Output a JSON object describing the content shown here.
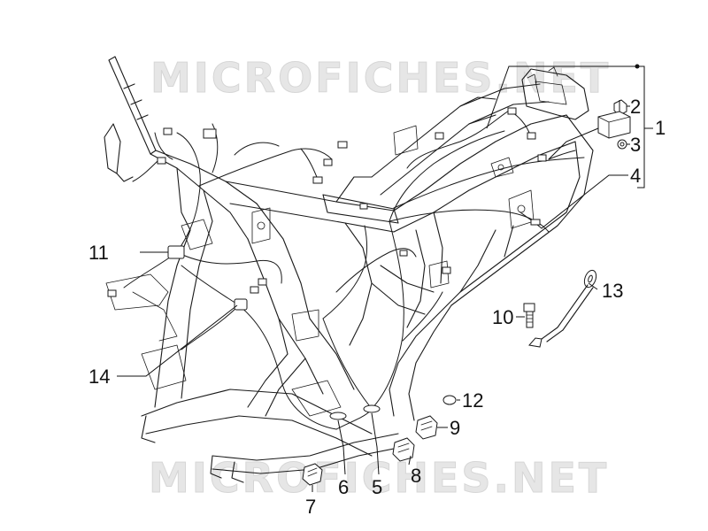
{
  "watermark": {
    "text_top": "MICROFICHES.NET",
    "text_bottom": "MICROFICHES.NET"
  },
  "callouts": [
    "1",
    "2",
    "3",
    "4",
    "5",
    "6",
    "7",
    "8",
    "9",
    "10",
    "11",
    "12",
    "13",
    "14"
  ]
}
